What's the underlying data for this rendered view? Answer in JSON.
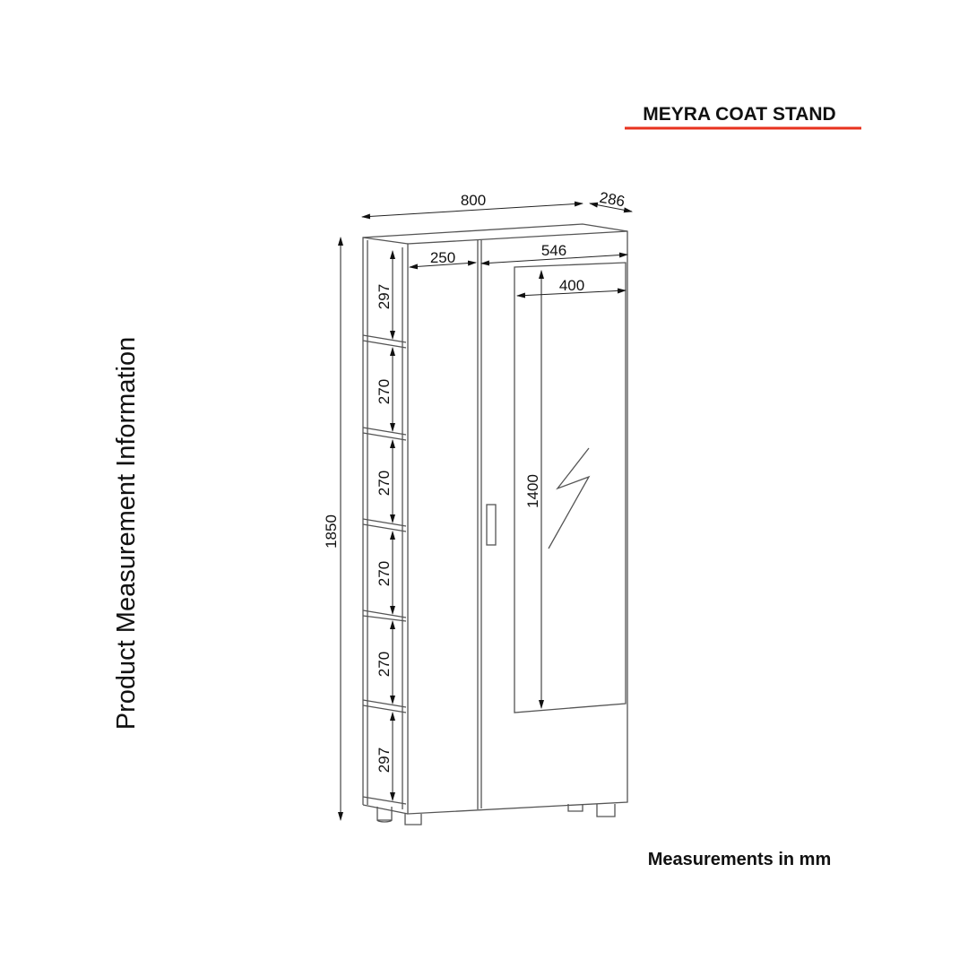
{
  "title": "MEYRA COAT STAND",
  "side_label": "Product Measurement Information",
  "footer": "Measurements in mm",
  "colors": {
    "accent": "#e8321e",
    "line": "#555555"
  },
  "dimensions": {
    "width": "800",
    "depth": "286",
    "height": "1850",
    "shelf_unit_width": "250",
    "door_width": "546",
    "mirror_width": "400",
    "mirror_height": "1400",
    "shelf_spacings": [
      "297",
      "270",
      "270",
      "270",
      "270",
      "297"
    ]
  }
}
